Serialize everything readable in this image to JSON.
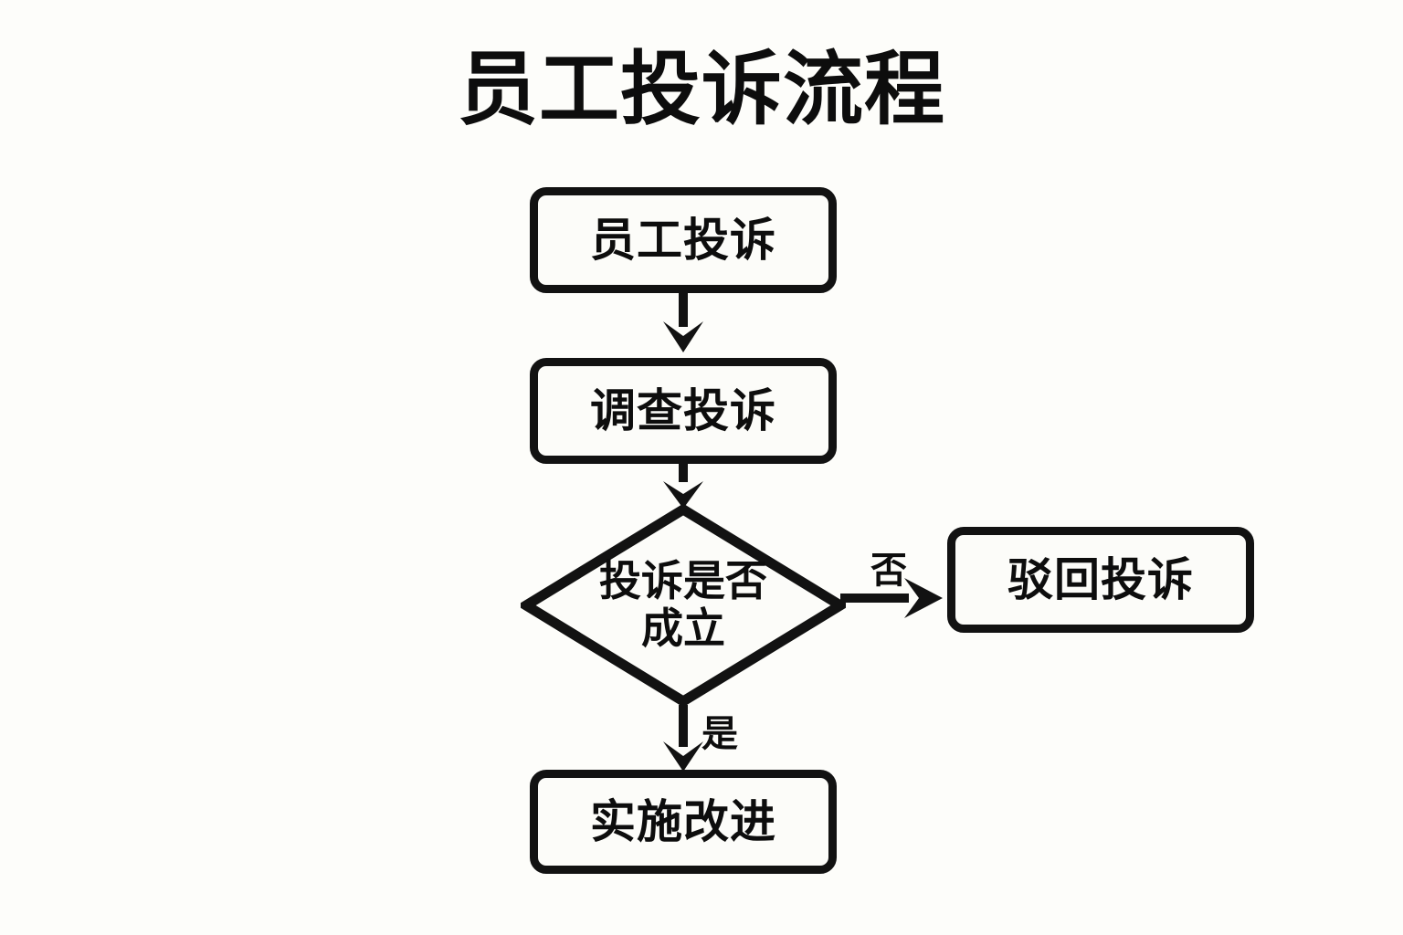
{
  "diagram": {
    "title": "员工投诉流程",
    "background_color": "#fdfdfa",
    "stroke_color": "#121212",
    "text_color": "#0d0d0d",
    "nodes": [
      {
        "id": "start",
        "label": "员工投诉",
        "shape": "rounded-rect"
      },
      {
        "id": "investigate",
        "label": "调查投诉",
        "shape": "rounded-rect"
      },
      {
        "id": "decision",
        "label_line1": "投诉是否",
        "label_line2": "成立",
        "shape": "diamond"
      },
      {
        "id": "reject",
        "label": "驳回投诉",
        "shape": "rounded-rect"
      },
      {
        "id": "improve",
        "label": "实施改进",
        "shape": "rounded-rect"
      }
    ],
    "edges": [
      {
        "from": "start",
        "to": "investigate",
        "label": ""
      },
      {
        "from": "investigate",
        "to": "decision",
        "label": ""
      },
      {
        "from": "decision",
        "to": "reject",
        "label": "否"
      },
      {
        "from": "decision",
        "to": "improve",
        "label": "是"
      }
    ]
  },
  "chart_data": {
    "type": "diagram",
    "title": "员工投诉流程",
    "nodes": [
      "员工投诉",
      "调查投诉",
      "投诉是否成立",
      "驳回投诉",
      "实施改进"
    ],
    "edge_labels": [
      "否",
      "是"
    ]
  }
}
